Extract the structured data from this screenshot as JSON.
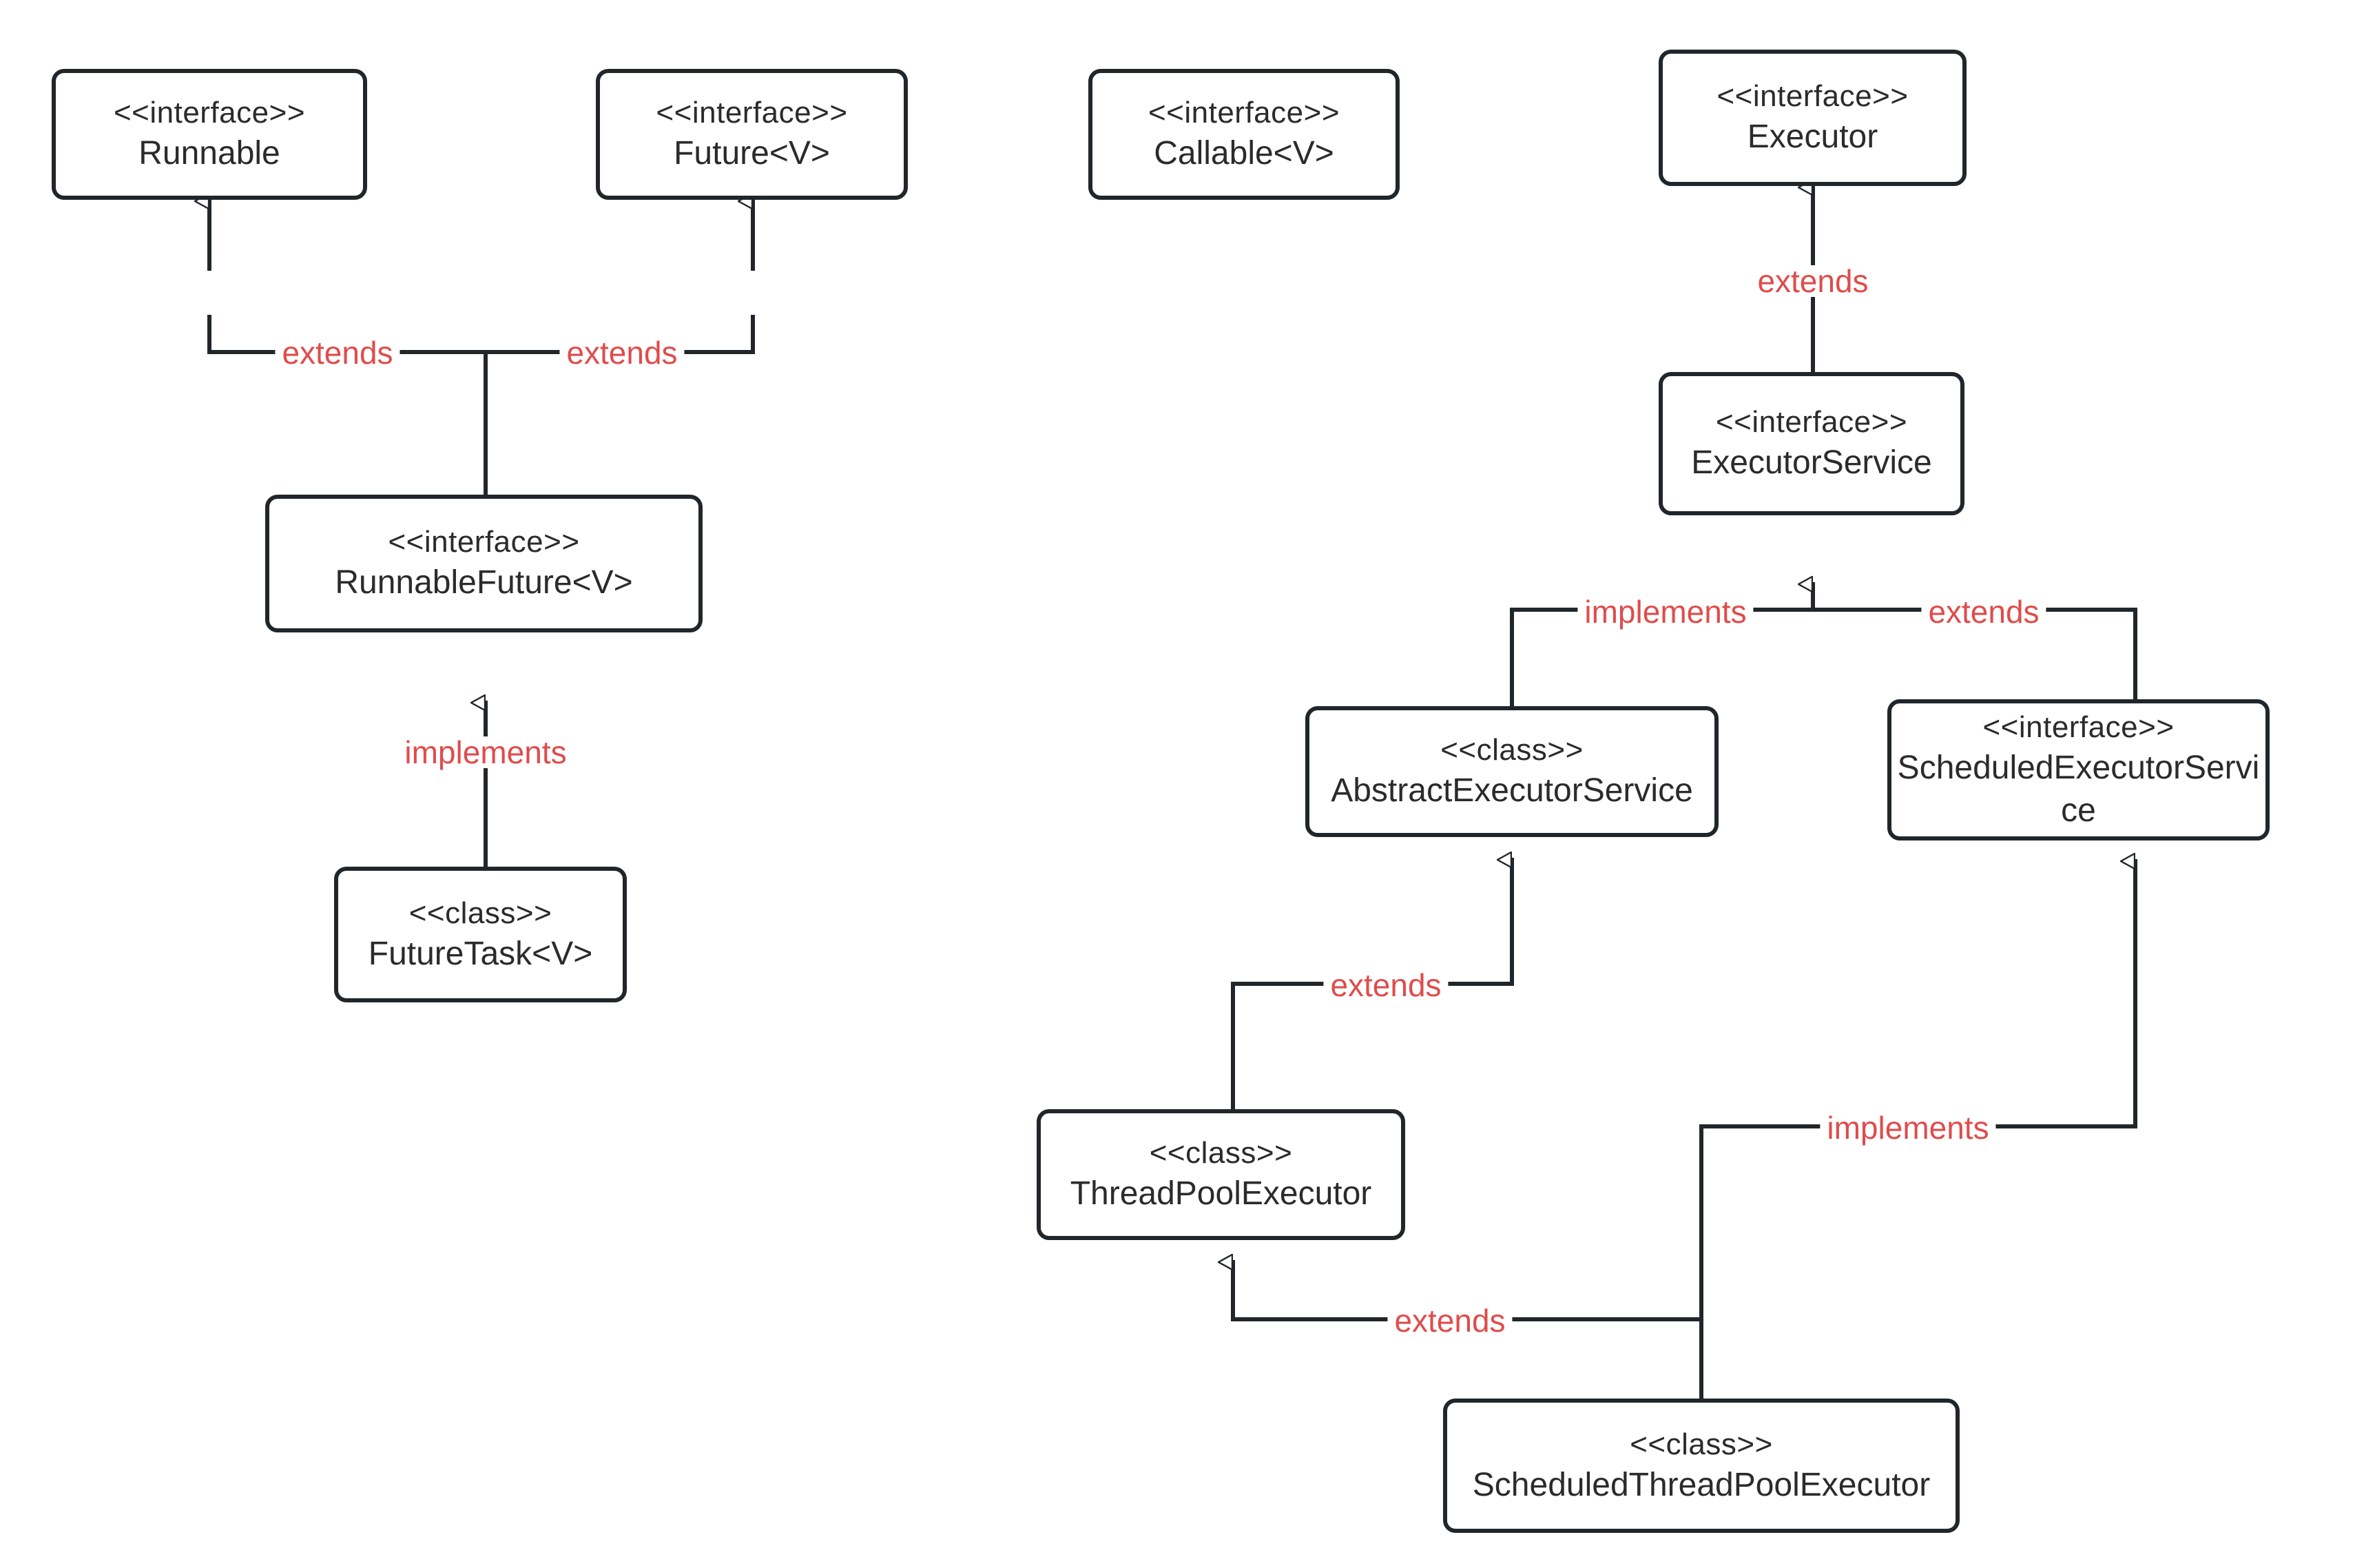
{
  "diagram": {
    "title": "Java Concurrency Executor Framework UML Class Diagram",
    "colors": {
      "box_border": "#21262b",
      "box_fill": "#ffffff",
      "text": "#2b2b2b",
      "edge_label": "#e04c4c",
      "connector": "#21262b",
      "background": "#ffffff"
    },
    "nodes": [
      {
        "id": "runnable",
        "stereotype": "<<interface>>",
        "name": "Runnable"
      },
      {
        "id": "future",
        "stereotype": "<<interface>>",
        "name": "Future<V>"
      },
      {
        "id": "callable",
        "stereotype": "<<interface>>",
        "name": "Callable<V>"
      },
      {
        "id": "executor",
        "stereotype": "<<interface>>",
        "name": "Executor"
      },
      {
        "id": "runnable-future",
        "stereotype": "<<interface>>",
        "name": "RunnableFuture<V>"
      },
      {
        "id": "executor-service",
        "stereotype": "<<interface>>",
        "name": "ExecutorService"
      },
      {
        "id": "abstract-executor-service",
        "stereotype": "<<class>>",
        "name": "AbstractExecutorService"
      },
      {
        "id": "scheduled-executor-service",
        "stereotype": "<<interface>>",
        "name": "ScheduledExecutorService"
      },
      {
        "id": "future-task",
        "stereotype": "<<class>>",
        "name": "FutureTask<V>"
      },
      {
        "id": "thread-pool-executor",
        "stereotype": "<<class>>",
        "name": "ThreadPoolExecutor"
      },
      {
        "id": "scheduled-thread-pool-executor",
        "stereotype": "<<class>>",
        "name": "ScheduledThreadPoolExecutor"
      }
    ],
    "edges": [
      {
        "id": "e1",
        "from": "runnable-future",
        "to": "runnable",
        "label": "extends"
      },
      {
        "id": "e2",
        "from": "runnable-future",
        "to": "future",
        "label": "extends"
      },
      {
        "id": "e3",
        "from": "future-task",
        "to": "runnable-future",
        "label": "implements"
      },
      {
        "id": "e4",
        "from": "executor-service",
        "to": "executor",
        "label": "extends"
      },
      {
        "id": "e5",
        "from": "abstract-executor-service",
        "to": "executor-service",
        "label": "implements"
      },
      {
        "id": "e6",
        "from": "scheduled-executor-service",
        "to": "executor-service",
        "label": "extends"
      },
      {
        "id": "e7",
        "from": "thread-pool-executor",
        "to": "abstract-executor-service",
        "label": "extends"
      },
      {
        "id": "e8",
        "from": "scheduled-thread-pool-executor",
        "to": "thread-pool-executor",
        "label": "extends"
      },
      {
        "id": "e9",
        "from": "scheduled-thread-pool-executor",
        "to": "scheduled-executor-service",
        "label": "implements"
      }
    ]
  }
}
